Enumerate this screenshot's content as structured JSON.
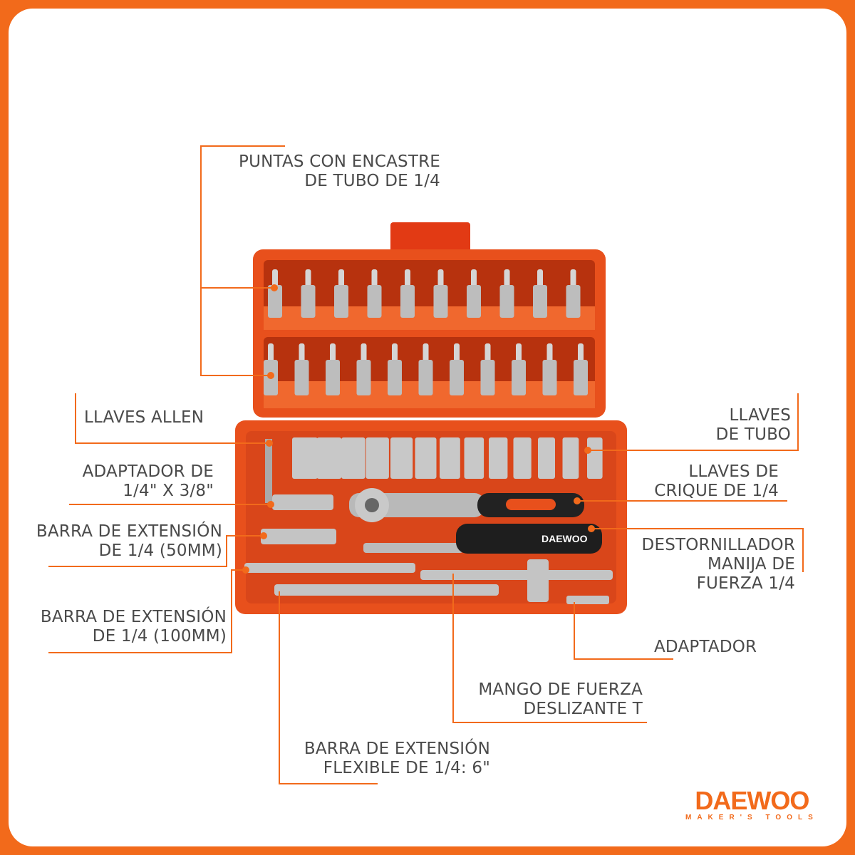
{
  "labels": {
    "puntas": [
      "PUNTAS CON ENCASTRE",
      "DE TUBO DE 1/4"
    ],
    "allen": [
      "LLAVES ALLEN"
    ],
    "adaptador_38": [
      "ADAPTADOR DE",
      "1/4\" X 3/8\""
    ],
    "barra_50": [
      "BARRA DE EXTENSIÓN",
      "DE 1/4 (50MM)"
    ],
    "barra_100": [
      "BARRA DE EXTENSIÓN",
      "DE 1/4 (100MM)"
    ],
    "barra_flexible": [
      "BARRA DE EXTENSIÓN",
      "FLEXIBLE DE 1/4: 6\""
    ],
    "mango_t": [
      "MANGO DE FUERZA",
      "DESLIZANTE T"
    ],
    "adaptador": [
      "ADAPTADOR"
    ],
    "llaves_tubo": [
      "LLAVES",
      "DE TUBO"
    ],
    "crique": [
      "LLAVES DE",
      "CRIQUE DE 1/4"
    ],
    "destornillador": [
      "DESTORNILLADOR",
      "MANIJA DE",
      "FUERZA 1/4"
    ]
  },
  "product": {
    "handle_brand": "DAEWOO"
  },
  "logo": {
    "brand": "DAEWOO",
    "tagline": "MAKER'S TOOLS"
  },
  "colors": {
    "accent": "#f26a1b",
    "case": "#e8501c",
    "text": "#4a4a4a"
  }
}
